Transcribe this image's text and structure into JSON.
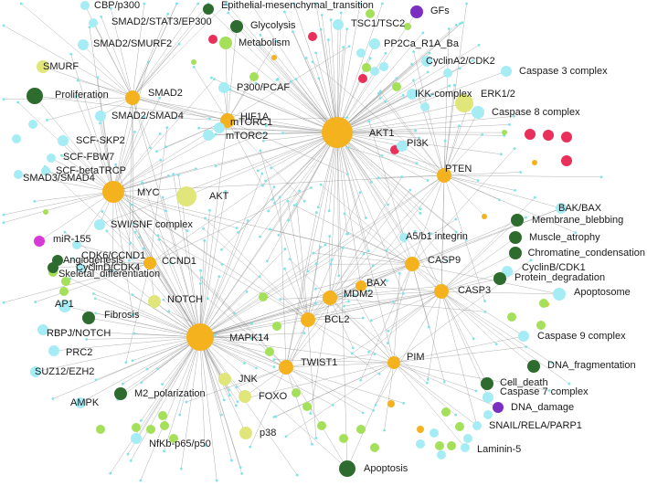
{
  "colors": {
    "hub": "#f5b21f",
    "protein_complex": "#a6ecf5",
    "phenotype": "#2e6b2e",
    "pathway_light": "#a5e05a",
    "pathway_pale": "#e0e67a",
    "signal_purple": "#7b2fc2",
    "drug_pink": "#e8305a",
    "mirna_magenta": "#d83ad8",
    "leaf": "#7fe3e8",
    "edge": "#8c8c8c"
  },
  "nodes": [
    {
      "id": "AKT1",
      "label": "AKT1",
      "type": "hub"
    },
    {
      "id": "MAPK14",
      "label": "MAPK14",
      "type": "hub"
    },
    {
      "id": "MYC",
      "label": "MYC",
      "type": "hub"
    },
    {
      "id": "SMAD2",
      "label": "SMAD2",
      "type": "hub"
    },
    {
      "id": "HIF1A",
      "label": "HIF1A",
      "type": "hub"
    },
    {
      "id": "PTEN",
      "label": "PTEN",
      "type": "hub"
    },
    {
      "id": "CCND1",
      "label": "CCND1",
      "type": "hub"
    },
    {
      "id": "CASP9",
      "label": "CASP9",
      "type": "hub"
    },
    {
      "id": "CASP3",
      "label": "CASP3",
      "type": "hub"
    },
    {
      "id": "MDM2",
      "label": "MDM2",
      "type": "hub"
    },
    {
      "id": "BAX",
      "label": "BAX",
      "type": "hub"
    },
    {
      "id": "BCL2",
      "label": "BCL2",
      "type": "hub"
    },
    {
      "id": "TWIST1",
      "label": "TWIST1",
      "type": "hub"
    },
    {
      "id": "PIM",
      "label": "PIM",
      "type": "hub"
    },
    {
      "id": "CBP_p300",
      "label": "CBP/p300",
      "type": "protein_complex"
    },
    {
      "id": "SMAD2_STAT3_EP300",
      "label": "SMAD2/STAT3/EP300",
      "type": "protein_complex"
    },
    {
      "id": "SMAD2_SMURF2",
      "label": "SMAD2/SMURF2",
      "type": "protein_complex"
    },
    {
      "id": "SMAD2_SMAD4",
      "label": "SMAD2/SMAD4",
      "type": "protein_complex"
    },
    {
      "id": "SCF_SKP2",
      "label": "SCF-SKP2",
      "type": "protein_complex"
    },
    {
      "id": "SCF_FBW7",
      "label": "SCF-FBW7",
      "type": "protein_complex"
    },
    {
      "id": "SCF_betaTRCP",
      "label": "SCF-betaTRCP",
      "type": "protein_complex"
    },
    {
      "id": "SMAD3_SMAD4",
      "label": "SMAD3/SMAD4",
      "type": "protein_complex"
    },
    {
      "id": "SWI_SNF",
      "label": "SWI/SNF complex",
      "type": "protein_complex"
    },
    {
      "id": "CDK6_CCND1",
      "label": "CDK6/CCND1",
      "type": "protein_complex"
    },
    {
      "id": "CyclinD_CDK4",
      "label": "CyclinD/CDK4",
      "type": "protein_complex"
    },
    {
      "id": "AP1",
      "label": "AP1",
      "type": "protein_complex"
    },
    {
      "id": "RBPJ_NOTCH",
      "label": "RBPJ/NOTCH",
      "type": "protein_complex"
    },
    {
      "id": "PRC2",
      "label": "PRC2",
      "type": "protein_complex"
    },
    {
      "id": "SUZ12_EZH2",
      "label": "SUZ12/EZH2",
      "type": "protein_complex"
    },
    {
      "id": "AMPK",
      "label": "AMPK",
      "type": "protein_complex"
    },
    {
      "id": "NFkB",
      "label": "NfKb-p65/p50",
      "type": "protein_complex"
    },
    {
      "id": "TSC1_TSC2",
      "label": "TSC1/TSC2",
      "type": "protein_complex"
    },
    {
      "id": "PP2Ca_R1A_Ba",
      "label": "PP2Ca_R1A_Ba",
      "type": "protein_complex"
    },
    {
      "id": "CyclinA2_CDK2",
      "label": "CyclinA2/CDK2",
      "type": "protein_complex"
    },
    {
      "id": "Caspase3_complex",
      "label": "Caspase 3 complex",
      "type": "protein_complex"
    },
    {
      "id": "IKK_complex",
      "label": "IKK-complex",
      "type": "protein_complex"
    },
    {
      "id": "Caspase8_complex",
      "label": "Caspase 8 complex",
      "type": "protein_complex"
    },
    {
      "id": "P300_PCAF",
      "label": "P300/PCAF",
      "type": "protein_complex"
    },
    {
      "id": "mTORC1",
      "label": "mTORC1",
      "type": "protein_complex"
    },
    {
      "id": "mTORC2",
      "label": "mTORC2",
      "type": "protein_complex"
    },
    {
      "id": "PI3K",
      "label": "PI3K",
      "type": "protein_complex"
    },
    {
      "id": "BAK_BAX",
      "label": "BAK/BAX",
      "type": "protein_complex"
    },
    {
      "id": "A5_b1_integrin",
      "label": "A5/b1 integrin",
      "type": "protein_complex"
    },
    {
      "id": "CyclinB_CDK1",
      "label": "CyclinB/CDK1",
      "type": "protein_complex"
    },
    {
      "id": "Apoptosome",
      "label": "Apoptosome",
      "type": "protein_complex"
    },
    {
      "id": "Caspase9_complex",
      "label": "Caspase 9 complex",
      "type": "protein_complex"
    },
    {
      "id": "Caspase7_complex",
      "label": "Caspase 7 complex",
      "type": "protein_complex"
    },
    {
      "id": "SNAIL_RELA_PARP1",
      "label": "SNAIL/RELA/PARP1",
      "type": "protein_complex"
    },
    {
      "id": "Laminin5",
      "label": "Laminin-5",
      "type": "protein_complex"
    },
    {
      "id": "Proliferation",
      "label": "Proliferation",
      "type": "phenotype"
    },
    {
      "id": "Glycolysis",
      "label": "Glycolysis",
      "type": "phenotype"
    },
    {
      "id": "EMT",
      "label": "Epithelial-mesenchymal_transition",
      "type": "phenotype"
    },
    {
      "id": "Angiogenesis",
      "label": "Angiogenesis",
      "type": "phenotype"
    },
    {
      "id": "Skeletal_differentiation",
      "label": "Skeletal_differentiation",
      "type": "phenotype"
    },
    {
      "id": "Fibrosis",
      "label": "Fibrosis",
      "type": "phenotype"
    },
    {
      "id": "M2_polarization",
      "label": "M2_polarization",
      "type": "phenotype"
    },
    {
      "id": "Membrane_blebbing",
      "label": "Membrane_blebbing",
      "type": "phenotype"
    },
    {
      "id": "Muscle_atrophy",
      "label": "Muscle_atrophy",
      "type": "phenotype"
    },
    {
      "id": "Chromatine_condensation",
      "label": "Chromatine_condensation",
      "type": "phenotype"
    },
    {
      "id": "Protein_degradation",
      "label": "Protein_degradation",
      "type": "phenotype"
    },
    {
      "id": "DNA_fragmentation",
      "label": "DNA_fragmentation",
      "type": "phenotype"
    },
    {
      "id": "Cell_death",
      "label": "Cell_death",
      "type": "phenotype"
    },
    {
      "id": "Apoptosis",
      "label": "Apoptosis",
      "type": "phenotype"
    },
    {
      "id": "Metabolism",
      "label": "Metabolism",
      "type": "pathway_light"
    },
    {
      "id": "SMURF",
      "label": "SMURF",
      "type": "pathway_pale"
    },
    {
      "id": "AKT",
      "label": "AKT",
      "type": "pathway_pale"
    },
    {
      "id": "ERK1_2",
      "label": "ERK1/2",
      "type": "pathway_pale"
    },
    {
      "id": "NOTCH",
      "label": "NOTCH",
      "type": "pathway_pale"
    },
    {
      "id": "JNK",
      "label": "JNK",
      "type": "pathway_pale"
    },
    {
      "id": "FOXO",
      "label": "FOXO",
      "type": "pathway_pale"
    },
    {
      "id": "p38",
      "label": "p38",
      "type": "pathway_pale"
    },
    {
      "id": "GFs",
      "label": "GFs",
      "type": "signal_purple"
    },
    {
      "id": "DNA_damage",
      "label": "DNA_damage",
      "type": "signal_purple"
    },
    {
      "id": "miR155",
      "label": "miR-155",
      "type": "mirna_magenta"
    }
  ]
}
